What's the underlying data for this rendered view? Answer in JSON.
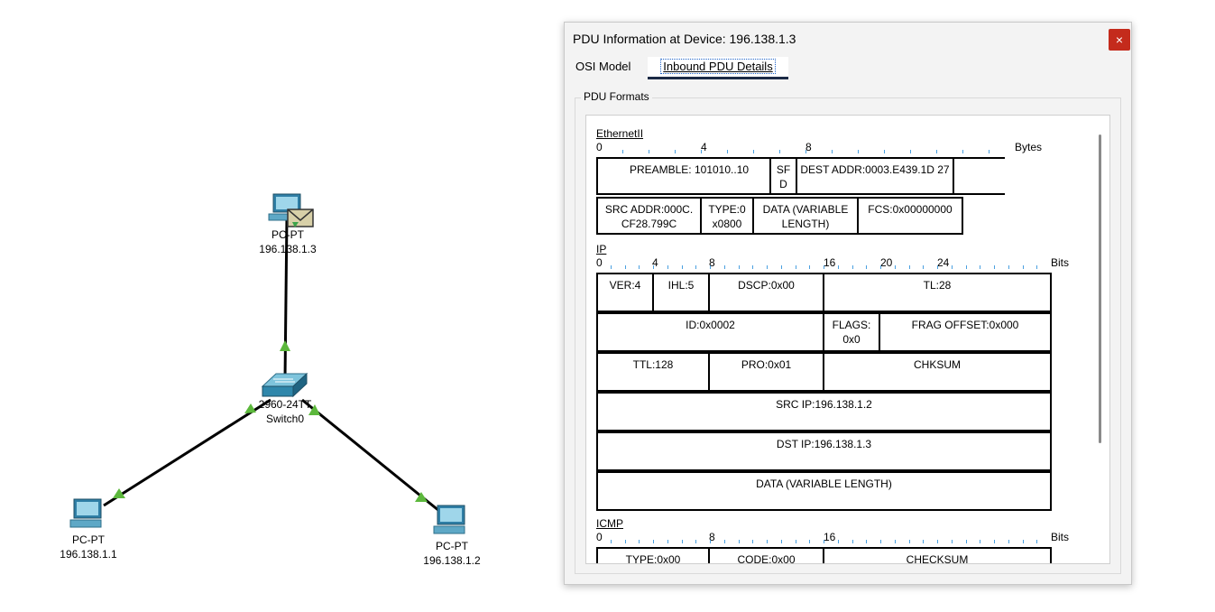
{
  "topology": {
    "top_pc": {
      "type": "PC-PT",
      "ip": "196.138.1.3"
    },
    "switch": {
      "model": "2960-24TT",
      "name": "Switch0"
    },
    "left_pc": {
      "type": "PC-PT",
      "ip": "196.138.1.1"
    },
    "right_pc": {
      "type": "PC-PT",
      "ip": "196.138.1.2"
    },
    "link_color": "#000000",
    "port_indicator_color": "#5cb83c"
  },
  "dialog": {
    "title": "PDU Information at Device: 196.138.1.3",
    "close_label": "×",
    "tabs": {
      "osi": "OSI Model",
      "inbound": "Inbound PDU Details"
    },
    "group_title": "PDU Formats",
    "ethernet": {
      "title": "EthernetII",
      "ruler": [
        "0",
        "4",
        "8"
      ],
      "unit": "Bytes",
      "row1": {
        "preamble": "PREAMBLE: 101010..10",
        "sfd": "SF D",
        "dest": "DEST ADDR:0003.E439.1D 27"
      },
      "row2": {
        "src": "SRC ADDR:000C. CF28.799C",
        "type": "TYPE:0 x0800",
        "data": "DATA (VARIABLE LENGTH)",
        "fcs": "FCS:0x00000000"
      }
    },
    "ip": {
      "title": "IP",
      "ruler": [
        "0",
        "4",
        "8",
        "16",
        "20",
        "24"
      ],
      "unit": "Bits",
      "ver": "VER:4",
      "ihl": "IHL:5",
      "dscp": "DSCP:0x00",
      "tl": "TL:28",
      "id": "ID:0x0002",
      "flags": "FLAGS: 0x0",
      "frag": "FRAG OFFSET:0x000",
      "ttl": "TTL:128",
      "pro": "PRO:0x01",
      "chksum": "CHKSUM",
      "src": "SRC IP:196.138.1.2",
      "dst": "DST IP:196.138.1.3",
      "data": "DATA (VARIABLE LENGTH)"
    },
    "icmp": {
      "title": "ICMP",
      "ruler": [
        "0",
        "8",
        "16"
      ],
      "unit": "Bits",
      "type": "TYPE:0x00",
      "code": "CODE:0x00",
      "checksum": "CHECKSUM"
    }
  }
}
